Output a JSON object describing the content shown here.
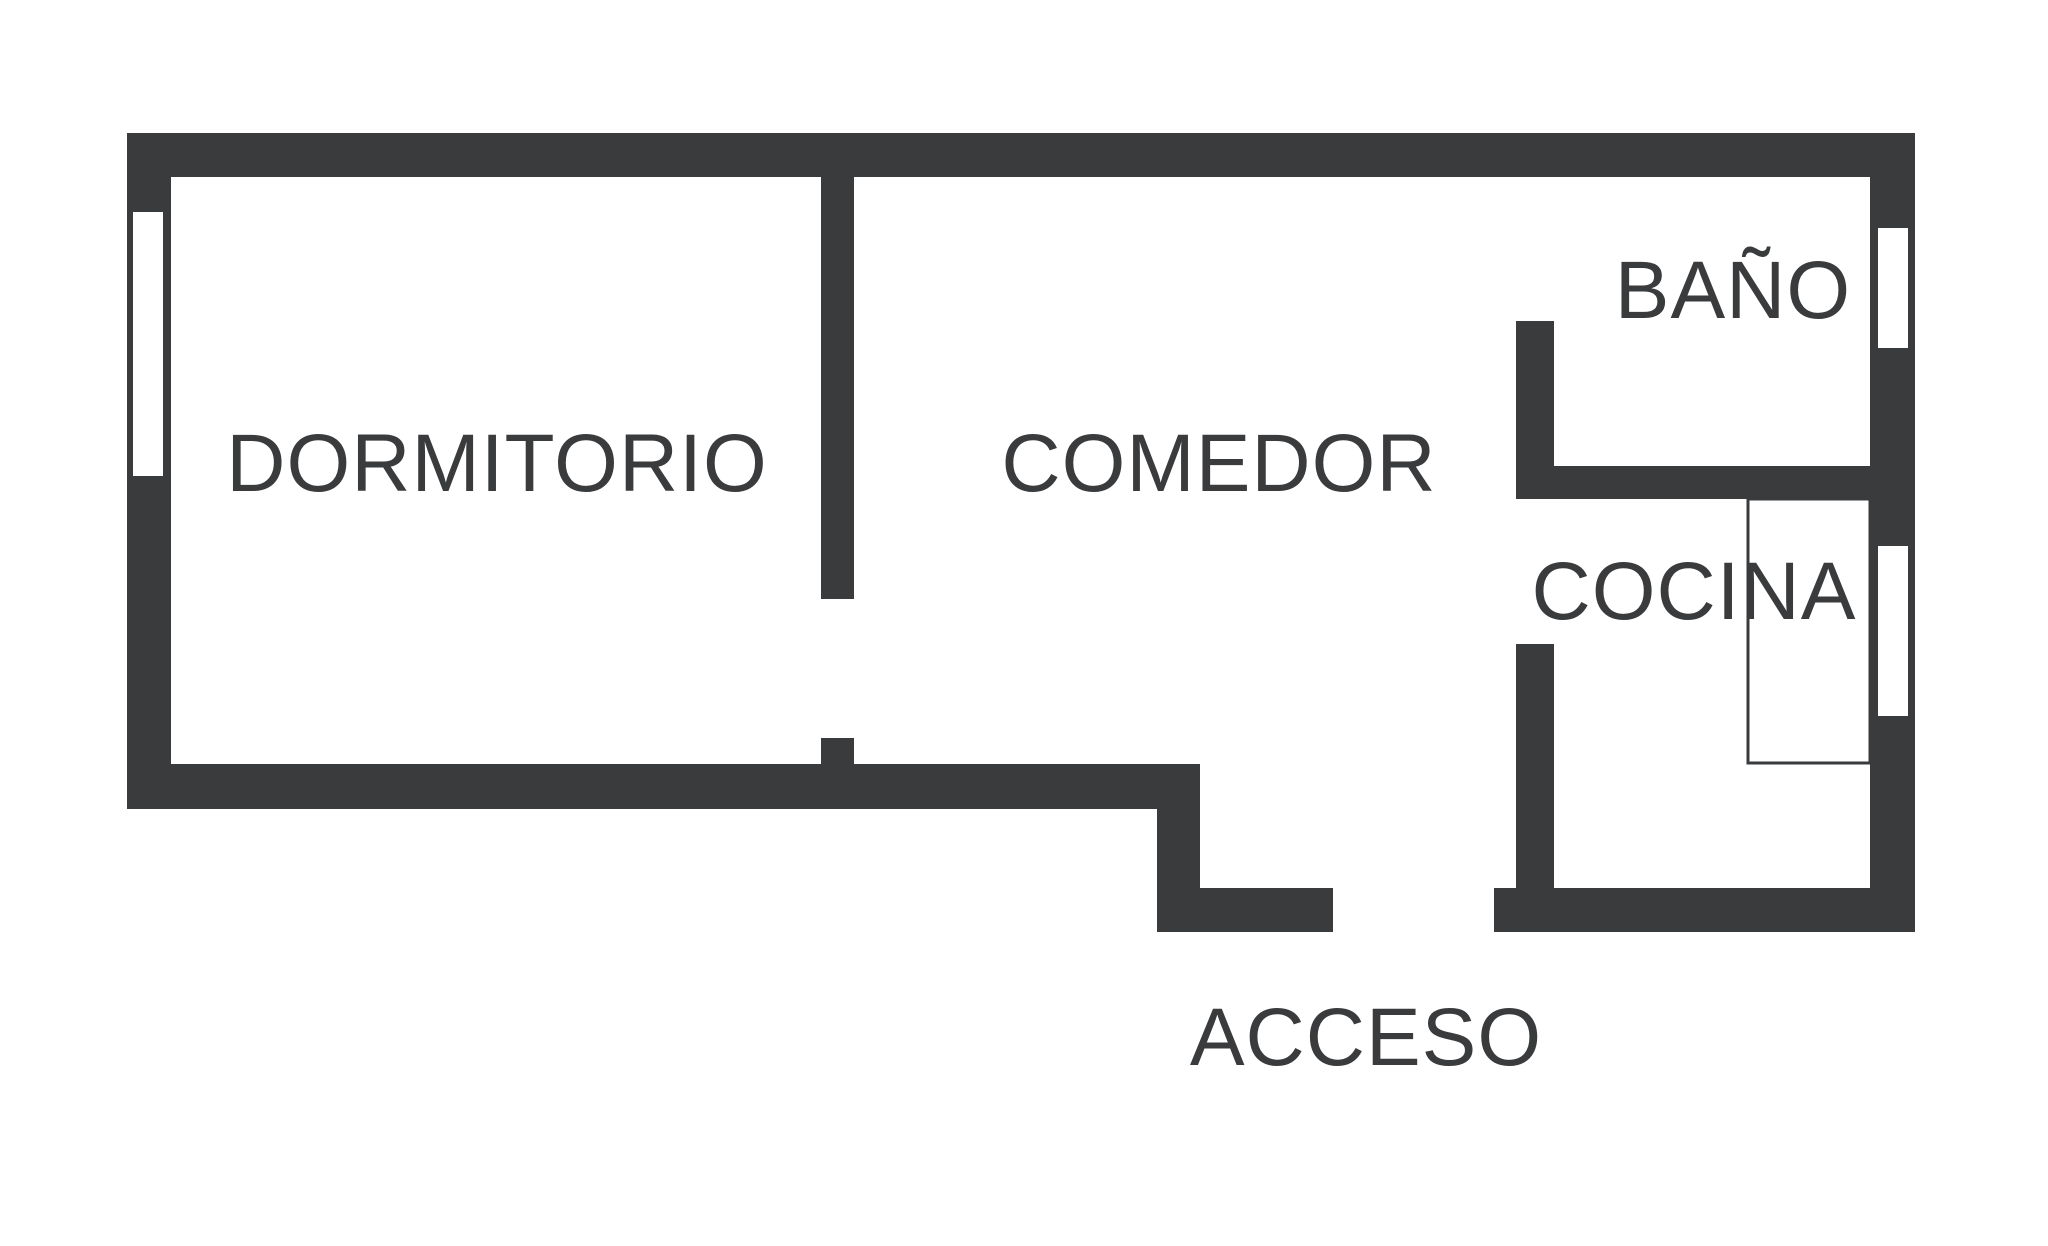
{
  "plan": {
    "rooms": {
      "dormitorio": "DORMITORIO",
      "comedor": "COMEDOR",
      "bano": "BAÑO",
      "cocina": "COCINA"
    },
    "entrance": "ACCESO"
  },
  "colors": {
    "wall": "#3a3b3d",
    "background": "#ffffff"
  }
}
